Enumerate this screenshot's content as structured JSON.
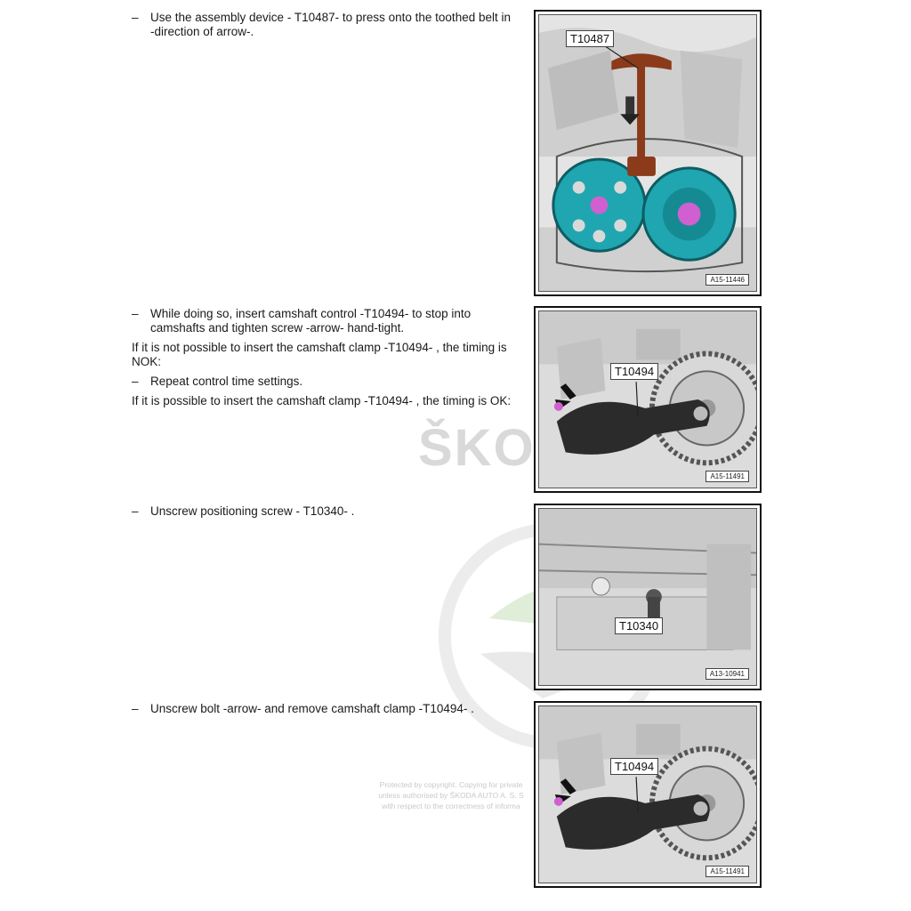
{
  "watermark": {
    "brand": "ŠKO",
    "notice_lines": [
      "Protected by copyright. Copying for private",
      "unless authorised by ŠKODA AUTO A. S. S",
      "with respect to the correctness of informa"
    ]
  },
  "section1": {
    "dash": "–",
    "step": "Use the assembly device - T10487- to press onto the toothed belt in -direction of arrow-."
  },
  "section2": {
    "dash": "–",
    "step": "While doing so, insert camshaft control -T10494- to stop into camshafts and tighten screw -arrow- hand-tight.",
    "nok_text": "If it is not possible to insert the camshaft clamp -T10494- , the timing is NOK:",
    "repeat_dash": "–",
    "repeat_step": "Repeat control time settings.",
    "ok_text": "If it is possible to insert the camshaft clamp -T10494- , the timing is OK:"
  },
  "section3": {
    "dash": "–",
    "step": "Unscrew positioning screw - T10340- ."
  },
  "section4": {
    "dash": "–",
    "step": "Unscrew bolt -arrow- and remove camshaft clamp -T10494- ."
  },
  "figures": [
    {
      "label": "T10487",
      "code": "A15-11446",
      "tool_color": "#8b3a1a",
      "gear_color": "#1fa6b0"
    },
    {
      "label": "T10494",
      "code": "A15-11491"
    },
    {
      "label": "T10340",
      "code": "A13-10941"
    },
    {
      "label": "T10494",
      "code": "A15-11491"
    }
  ]
}
